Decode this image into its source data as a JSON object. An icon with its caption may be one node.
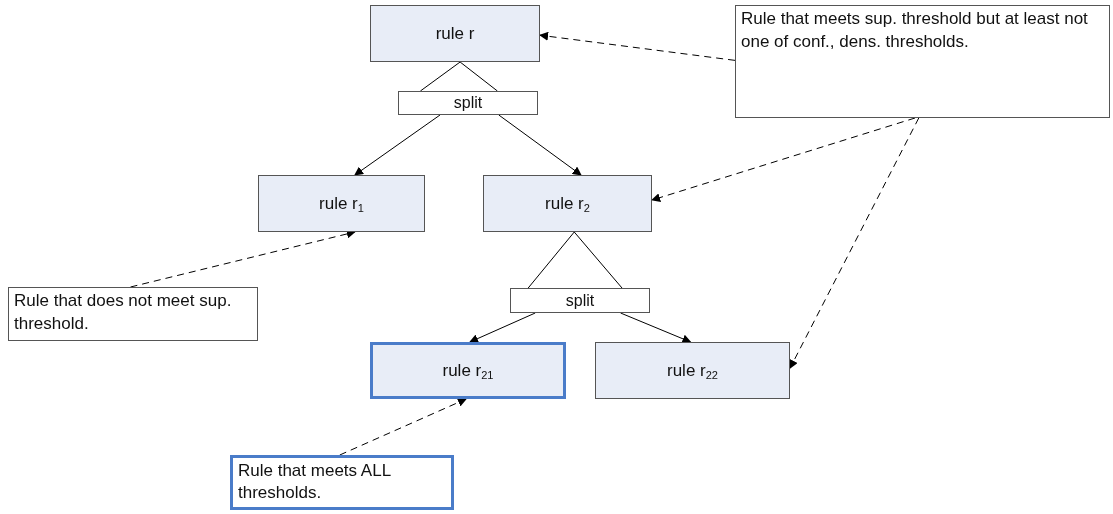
{
  "diagram": {
    "nodes": [
      {
        "text": [
          "rule r"
        ]
      },
      {
        "text": [
          "split"
        ]
      },
      {
        "text": [
          "rule r$_{1}$"
        ]
      },
      {
        "text": [
          "rule r$_{2}$"
        ]
      },
      {
        "text": [
          "split"
        ]
      },
      {
        "text": [
          "rule r$_{21}$"
        ]
      },
      {
        "text": [
          "rule r$_{22}$"
        ]
      },
      {
        "text": [
          "Rule that meets sup. threshold but at least not one of conf., dens. thresholds."
        ]
      },
      {
        "text": [
          "Rule that does not meet sup. threshold."
        ]
      },
      {
        "text": [
          "Rule that meets ALL thresholds."
        ]
      }
    ],
    "edges": [
      {
        "from": 0,
        "to": 1,
        "arrow": "none"
      },
      {
        "from": 1,
        "to": 2,
        "arrow": "to"
      },
      {
        "from": 1,
        "to": 3,
        "arrow": "to"
      },
      {
        "from": 3,
        "to": 4,
        "arrow": "none"
      },
      {
        "from": 4,
        "to": 5,
        "arrow": "to"
      },
      {
        "from": 4,
        "to": 6,
        "arrow": "to"
      },
      {
        "from": 7,
        "to": 0,
        "arrow": "to",
        "style": "dashed"
      },
      {
        "from": 7,
        "to": 3,
        "arrow": "to",
        "style": "dashed"
      },
      {
        "from": 7,
        "to": 6,
        "arrow": "to",
        "style": "dashed"
      },
      {
        "from": 8,
        "to": 2,
        "arrow": "to",
        "style": "dashed"
      },
      {
        "from": 9,
        "to": 5,
        "arrow": "to",
        "style": "dashed"
      }
    ]
  }
}
